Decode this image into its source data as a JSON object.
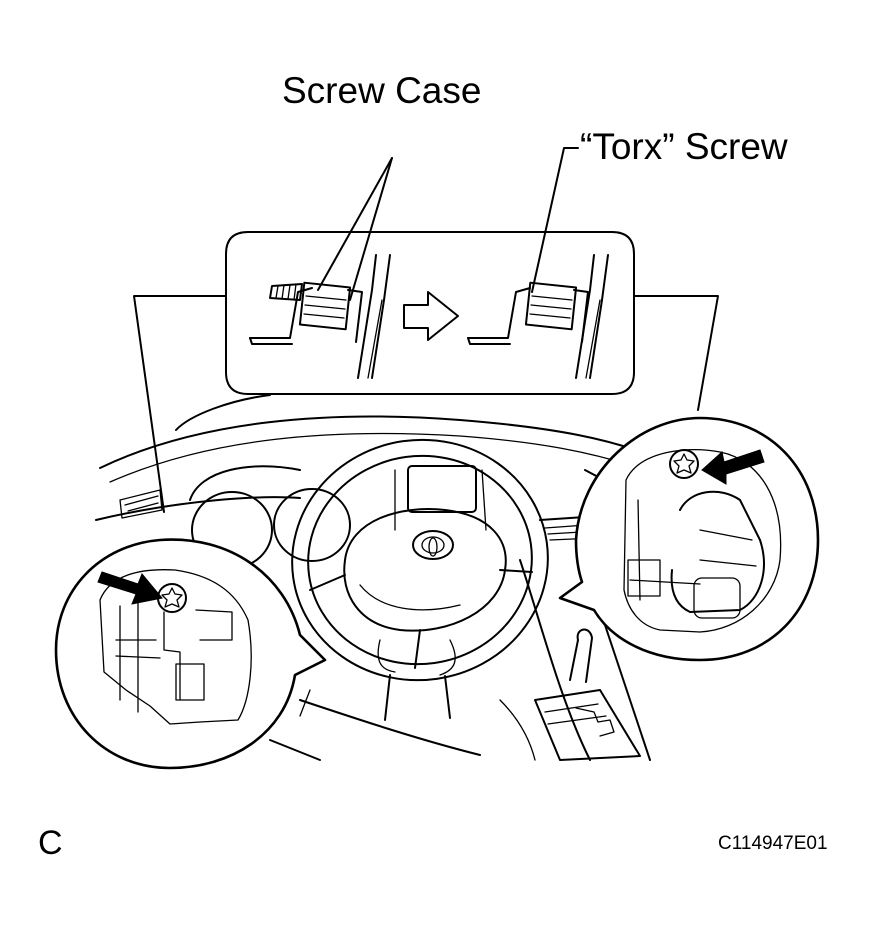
{
  "labels": {
    "screw_case": "Screw Case",
    "torx_screw": "“Torx” Screw",
    "figure_letter": "C",
    "figure_code": "C114947E01"
  },
  "colors": {
    "ink": "#000000",
    "background": "#ffffff"
  }
}
